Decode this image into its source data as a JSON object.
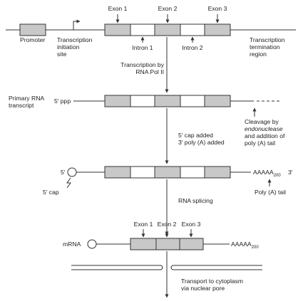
{
  "labels": {
    "exon1_top": "Exon 1",
    "exon2_top": "Exon 2",
    "exon3_top": "Exon 3",
    "promoter": "Promoter",
    "tx_init_1": "Transcription",
    "tx_init_2": "initiation",
    "tx_init_3": "site",
    "intron1": "Intron 1",
    "intron2": "Intron 2",
    "tx_term_1": "Transcription",
    "tx_term_2": "termination",
    "tx_term_3": "region",
    "pol_1": "Transcription by",
    "pol_2": "RNA Pol II",
    "primary_1": "Primary RNA",
    "primary_2": "transcript",
    "five_ppp": "5′ ppp",
    "cleave_1": "Cleavage by",
    "cleave_2": "endonuclease",
    "cleave_3": "and addition of",
    "cleave_4": "poly (A) tail",
    "cap_step_1": "5′ cap added",
    "cap_step_2": "3′ poly (A) added",
    "five_prime": "5′",
    "five_cap": "5′ cap",
    "polyA_tail_seq": "AAAAA",
    "polyA_sub": "200",
    "three_prime": "3′",
    "polyA_tail": "Poly (A) tail",
    "splicing": "RNA splicing",
    "exon1_mrna": "Exon 1",
    "exon2_mrna": "Exon 2",
    "exon3_mrna": "Exon 3",
    "mrna": "mRNA",
    "mrna_polyA": "AAAAA",
    "mrna_polyA_sub": "200",
    "transport_1": "Transport to cytoplasm",
    "transport_2": "via nuclear pore"
  },
  "colors": {
    "exon_fill": "#c8c8c8",
    "line": "#333333",
    "text": "#222222"
  }
}
